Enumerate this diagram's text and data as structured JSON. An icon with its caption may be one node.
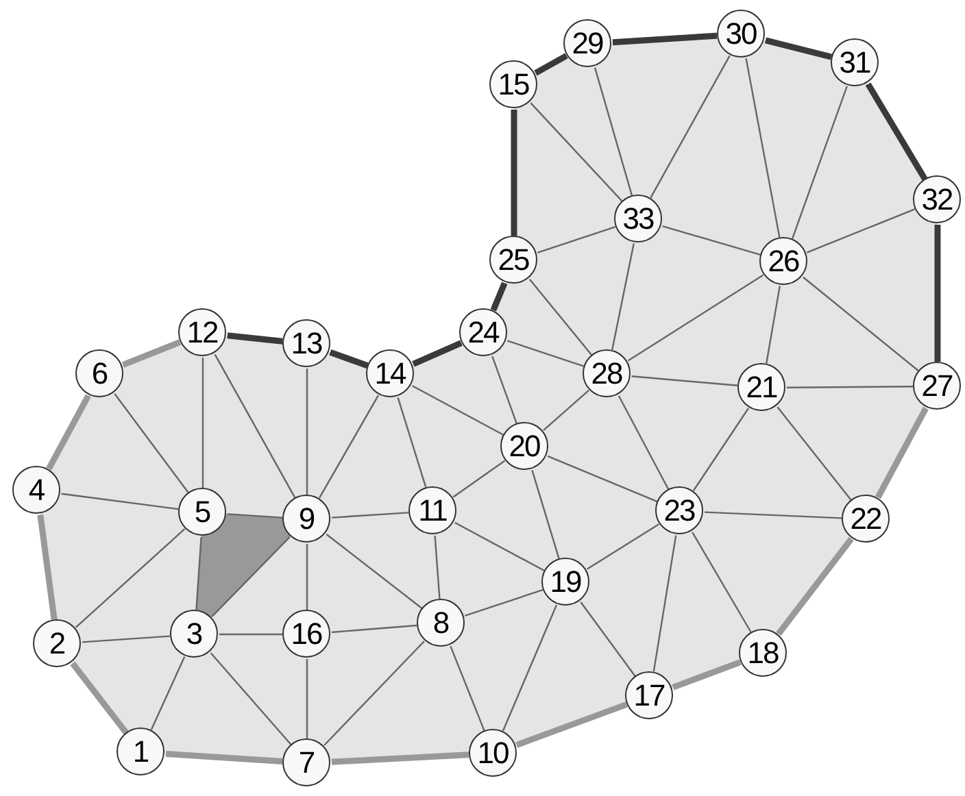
{
  "diagram": {
    "nodes": [
      {
        "text": [
          "1"
        ]
      },
      {
        "text": [
          "2"
        ]
      },
      {
        "text": [
          "3"
        ]
      },
      {
        "text": [
          "4"
        ]
      },
      {
        "text": [
          "5"
        ]
      },
      {
        "text": [
          "6"
        ]
      },
      {
        "text": [
          "7"
        ]
      },
      {
        "text": [
          "8"
        ]
      },
      {
        "text": [
          "9"
        ]
      },
      {
        "text": [
          "10"
        ]
      },
      {
        "text": [
          "11"
        ]
      },
      {
        "text": [
          "12"
        ]
      },
      {
        "text": [
          "13"
        ]
      },
      {
        "text": [
          "14"
        ]
      },
      {
        "text": [
          "15"
        ]
      },
      {
        "text": [
          "16"
        ]
      },
      {
        "text": [
          "17"
        ]
      },
      {
        "text": [
          "18"
        ]
      },
      {
        "text": [
          "19"
        ]
      },
      {
        "text": [
          "20"
        ]
      },
      {
        "text": [
          "21"
        ]
      },
      {
        "text": [
          "22"
        ]
      },
      {
        "text": [
          "23"
        ]
      },
      {
        "text": [
          "24"
        ]
      },
      {
        "text": [
          "25"
        ]
      },
      {
        "text": [
          "26"
        ]
      },
      {
        "text": [
          "27"
        ]
      },
      {
        "text": [
          "28"
        ]
      },
      {
        "text": [
          "29"
        ]
      },
      {
        "text": [
          "30"
        ]
      },
      {
        "text": [
          "31"
        ]
      },
      {
        "text": [
          "32"
        ]
      },
      {
        "text": [
          "33"
        ]
      }
    ],
    "edges": [
      {
        "from": 0,
        "to": 1,
        "arrow": "none",
        "style": "thick",
        "color": "#999999"
      },
      {
        "from": 1,
        "to": 3,
        "arrow": "none",
        "style": "thick",
        "color": "#999999"
      },
      {
        "from": 3,
        "to": 5,
        "arrow": "none",
        "style": "thick",
        "color": "#999999"
      },
      {
        "from": 5,
        "to": 11,
        "arrow": "none",
        "style": "thick",
        "color": "#999999"
      },
      {
        "from": 0,
        "to": 6,
        "arrow": "none",
        "style": "thick",
        "color": "#999999"
      },
      {
        "from": 6,
        "to": 9,
        "arrow": "none",
        "style": "thick",
        "color": "#999999"
      },
      {
        "from": 9,
        "to": 16,
        "arrow": "none",
        "style": "thick",
        "color": "#999999"
      },
      {
        "from": 16,
        "to": 17,
        "arrow": "none",
        "style": "thick",
        "color": "#999999"
      },
      {
        "from": 17,
        "to": 21,
        "arrow": "none",
        "style": "thick",
        "color": "#999999"
      },
      {
        "from": 21,
        "to": 26,
        "arrow": "none",
        "style": "thick",
        "color": "#999999"
      },
      {
        "from": 11,
        "to": 12,
        "arrow": "none",
        "style": "thick",
        "color": "#3a3a3a"
      },
      {
        "from": 12,
        "to": 13,
        "arrow": "none",
        "style": "thick",
        "color": "#3a3a3a"
      },
      {
        "from": 13,
        "to": 23,
        "arrow": "none",
        "style": "thick",
        "color": "#3a3a3a"
      },
      {
        "from": 23,
        "to": 24,
        "arrow": "none",
        "style": "thick",
        "color": "#3a3a3a"
      },
      {
        "from": 24,
        "to": 14,
        "arrow": "none",
        "style": "thick",
        "color": "#3a3a3a"
      },
      {
        "from": 14,
        "to": 28,
        "arrow": "none",
        "style": "thick",
        "color": "#3a3a3a"
      },
      {
        "from": 28,
        "to": 29,
        "arrow": "none",
        "style": "thick",
        "color": "#3a3a3a"
      },
      {
        "from": 29,
        "to": 30,
        "arrow": "none",
        "style": "thick",
        "color": "#3a3a3a"
      },
      {
        "from": 30,
        "to": 31,
        "arrow": "none",
        "style": "thick",
        "color": "#3a3a3a"
      },
      {
        "from": 31,
        "to": 26,
        "arrow": "none",
        "style": "thick",
        "color": "#3a3a3a"
      },
      {
        "from": 5,
        "to": 4,
        "arrow": "none"
      },
      {
        "from": 11,
        "to": 4,
        "arrow": "none"
      },
      {
        "from": 11,
        "to": 8,
        "arrow": "none"
      },
      {
        "from": 12,
        "to": 8,
        "arrow": "none"
      },
      {
        "from": 13,
        "to": 8,
        "arrow": "none"
      },
      {
        "from": 3,
        "to": 4,
        "arrow": "none"
      },
      {
        "from": 4,
        "to": 8,
        "arrow": "none"
      },
      {
        "from": 4,
        "to": 1,
        "arrow": "none"
      },
      {
        "from": 4,
        "to": 2,
        "arrow": "none"
      },
      {
        "from": 2,
        "to": 8,
        "arrow": "none"
      },
      {
        "from": 1,
        "to": 2,
        "arrow": "none"
      },
      {
        "from": 2,
        "to": 15,
        "arrow": "none"
      },
      {
        "from": 2,
        "to": 0,
        "arrow": "none"
      },
      {
        "from": 2,
        "to": 6,
        "arrow": "none"
      },
      {
        "from": 8,
        "to": 15,
        "arrow": "none"
      },
      {
        "from": 8,
        "to": 10,
        "arrow": "none"
      },
      {
        "from": 8,
        "to": 7,
        "arrow": "none"
      },
      {
        "from": 15,
        "to": 7,
        "arrow": "none"
      },
      {
        "from": 15,
        "to": 6,
        "arrow": "none"
      },
      {
        "from": 6,
        "to": 7,
        "arrow": "none"
      },
      {
        "from": 13,
        "to": 10,
        "arrow": "none"
      },
      {
        "from": 13,
        "to": 19,
        "arrow": "none"
      },
      {
        "from": 10,
        "to": 19,
        "arrow": "none"
      },
      {
        "from": 10,
        "to": 7,
        "arrow": "none"
      },
      {
        "from": 10,
        "to": 18,
        "arrow": "none"
      },
      {
        "from": 7,
        "to": 18,
        "arrow": "none"
      },
      {
        "from": 7,
        "to": 9,
        "arrow": "none"
      },
      {
        "from": 9,
        "to": 18,
        "arrow": "none"
      },
      {
        "from": 18,
        "to": 16,
        "arrow": "none"
      },
      {
        "from": 18,
        "to": 19,
        "arrow": "none"
      },
      {
        "from": 18,
        "to": 22,
        "arrow": "none"
      },
      {
        "from": 19,
        "to": 23,
        "arrow": "none"
      },
      {
        "from": 19,
        "to": 27,
        "arrow": "none"
      },
      {
        "from": 19,
        "to": 22,
        "arrow": "none"
      },
      {
        "from": 23,
        "to": 27,
        "arrow": "none"
      },
      {
        "from": 24,
        "to": 27,
        "arrow": "none"
      },
      {
        "from": 24,
        "to": 32,
        "arrow": "none"
      },
      {
        "from": 14,
        "to": 32,
        "arrow": "none"
      },
      {
        "from": 28,
        "to": 32,
        "arrow": "none"
      },
      {
        "from": 29,
        "to": 32,
        "arrow": "none"
      },
      {
        "from": 29,
        "to": 25,
        "arrow": "none"
      },
      {
        "from": 30,
        "to": 25,
        "arrow": "none"
      },
      {
        "from": 32,
        "to": 27,
        "arrow": "none"
      },
      {
        "from": 32,
        "to": 25,
        "arrow": "none"
      },
      {
        "from": 25,
        "to": 31,
        "arrow": "none"
      },
      {
        "from": 25,
        "to": 27,
        "arrow": "none"
      },
      {
        "from": 25,
        "to": 20,
        "arrow": "none"
      },
      {
        "from": 25,
        "to": 26,
        "arrow": "none"
      },
      {
        "from": 27,
        "to": 20,
        "arrow": "none"
      },
      {
        "from": 27,
        "to": 22,
        "arrow": "none"
      },
      {
        "from": 20,
        "to": 26,
        "arrow": "none"
      },
      {
        "from": 20,
        "to": 22,
        "arrow": "none"
      },
      {
        "from": 20,
        "to": 21,
        "arrow": "none"
      },
      {
        "from": 22,
        "to": 21,
        "arrow": "none"
      },
      {
        "from": 22,
        "to": 16,
        "arrow": "none"
      },
      {
        "from": 22,
        "to": 17,
        "arrow": "none"
      }
    ]
  }
}
